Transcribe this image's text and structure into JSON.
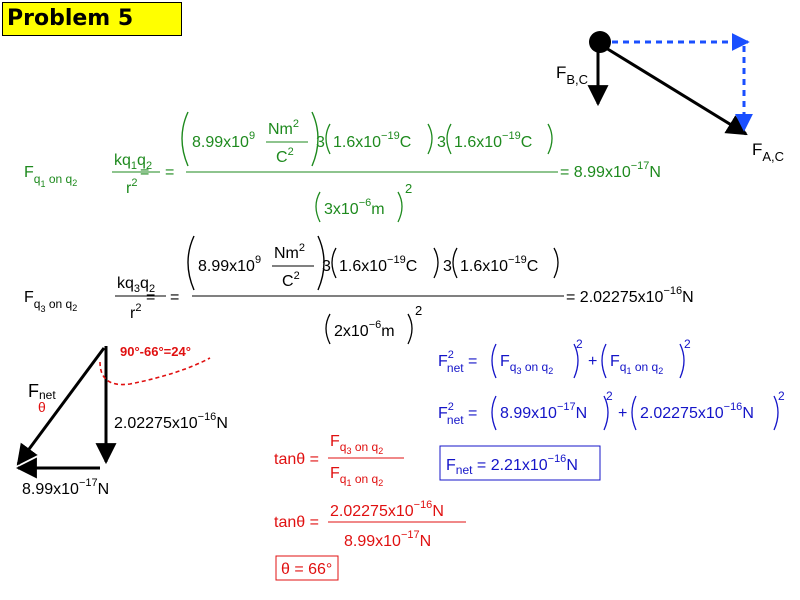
{
  "title": "Problem 5",
  "colors": {
    "eq_green": "#1e8a1e",
    "eq_black": "#000000",
    "eq_red": "#e01010",
    "eq_blue": "#1414c8",
    "dash_blue": "#1a4fff",
    "title_bg": "#ffff00"
  },
  "force_diagram": {
    "label_bc_main": "F",
    "label_bc_sub": "B,C",
    "label_ac_main": "F",
    "label_ac_sub": "A,C"
  },
  "eq1": {
    "lhs_main": "F",
    "lhs_sub": "q",
    "lhs_sub2": "1",
    "lhs_sub3": " on q",
    "lhs_sub4": "2",
    "frac_num": "kq",
    "frac_num_s1": "1",
    "frac_num_q": "q",
    "frac_num_s2": "2",
    "frac_den": "r",
    "frac_den_sup": "2",
    "k_val": "8.99x10",
    "k_exp": "9",
    "unit_num": "Nm",
    "unit_num_sup": "2",
    "unit_den": "C",
    "unit_den_sup": "2",
    "coef": "3",
    "charge": "1.6x10",
    "charge_exp": "−19",
    "charge_unit": "C",
    "dist": "3x10",
    "dist_exp": "−6",
    "dist_unit": "m",
    "sq": "2",
    "result": "8.99x10",
    "result_exp": "−17",
    "result_unit": "N"
  },
  "eq2": {
    "lhs_sub": "q",
    "lhs_sub2": "3",
    "lhs_sub3": "  on q",
    "lhs_sub4": "2",
    "frac_num_s1": "3",
    "dist": "2x10",
    "result": "2.02275x10",
    "result_exp": "−16",
    "result_unit": "N"
  },
  "triangle": {
    "angle_note": "90°-66°=24°",
    "fnet_main": "F",
    "fnet_sub": "net",
    "theta": "θ",
    "vert_value": "2.02275x10",
    "vert_exp": "−16",
    "vert_unit": "N",
    "horiz_value": "8.99x10",
    "horiz_exp": "−17",
    "horiz_unit": "N"
  },
  "tan": {
    "lhs": "tanθ",
    "num_main": "F",
    "num_sub": "q",
    "num_sub2": "3",
    "num_sub3": "  on q",
    "num_sub4": "2",
    "den_sub2": "1",
    "den_sub3": "  on q",
    "num_val": "2.02275x10",
    "num_exp": "−16",
    "den_val": "8.99x10",
    "den_exp": "−17",
    "unit": "N",
    "answer": "θ = 66°"
  },
  "net": {
    "lhs_main": "F",
    "lhs_sup": "2",
    "lhs_sub": "net",
    "f_main": "F",
    "f_sub_q": "q",
    "f_sub_3": "3",
    "f_sub_on": "  on q",
    "f_sub_2": "2",
    "f_sub_1": "1",
    "f_sub_on1": " on q",
    "val1": "8.99x10",
    "val1_exp": "−17",
    "val2": "2.02275x10",
    "val2_exp": "−16",
    "unit": "N",
    "sq": "2",
    "answer_main": "F",
    "answer_sub": "net",
    "answer_val": " = 2.21x10",
    "answer_exp": "−16",
    "answer_unit": "N"
  }
}
